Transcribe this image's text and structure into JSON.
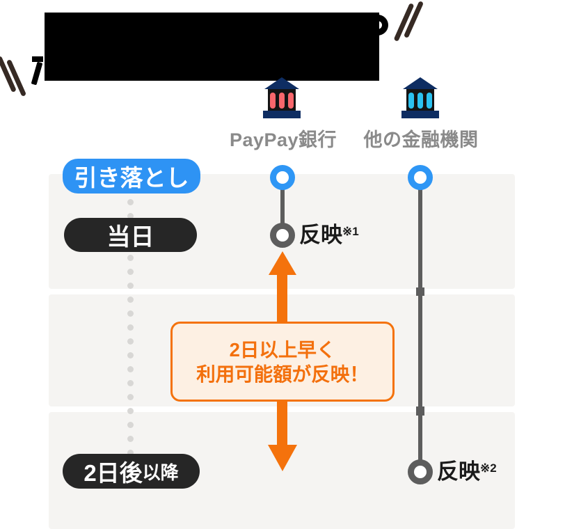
{
  "title": {
    "redacted": true,
    "visible_fragment_line1_end": "る",
    "visible_fragment_line2_start": "ス"
  },
  "banks": [
    {
      "label": "PayPay銀行"
    },
    {
      "label": "他の金融機関"
    }
  ],
  "timeline": {
    "start_pill_label": "引き落とし",
    "row_today_label": "当日",
    "row_later_label_main": "2日後",
    "row_later_label_suffix": "以降",
    "paypay_reflect_label": "反映",
    "paypay_reflect_note": "※1",
    "other_reflect_label": "反映",
    "other_reflect_note": "※2"
  },
  "callout": {
    "line1": "2日以上早く",
    "line2": "利用可能額が反映！"
  },
  "colors": {
    "accent_blue": "#2e96f5",
    "accent_orange": "#f4720c",
    "callout_fill": "#fdf0e3",
    "timeline_gray": "#5d5d5d",
    "band_gray": "#f5f4f2",
    "pill_black": "#262626",
    "bank_label_gray": "#8a8a8a",
    "bank_navy": "#0e2d62",
    "bank_column_red": "#f9676c",
    "bank_column_cyan": "#2bc2f0",
    "dot_gray": "#d8d7d5",
    "slash_brown": "#362a24",
    "reflect_text": "#1b1b1b"
  }
}
